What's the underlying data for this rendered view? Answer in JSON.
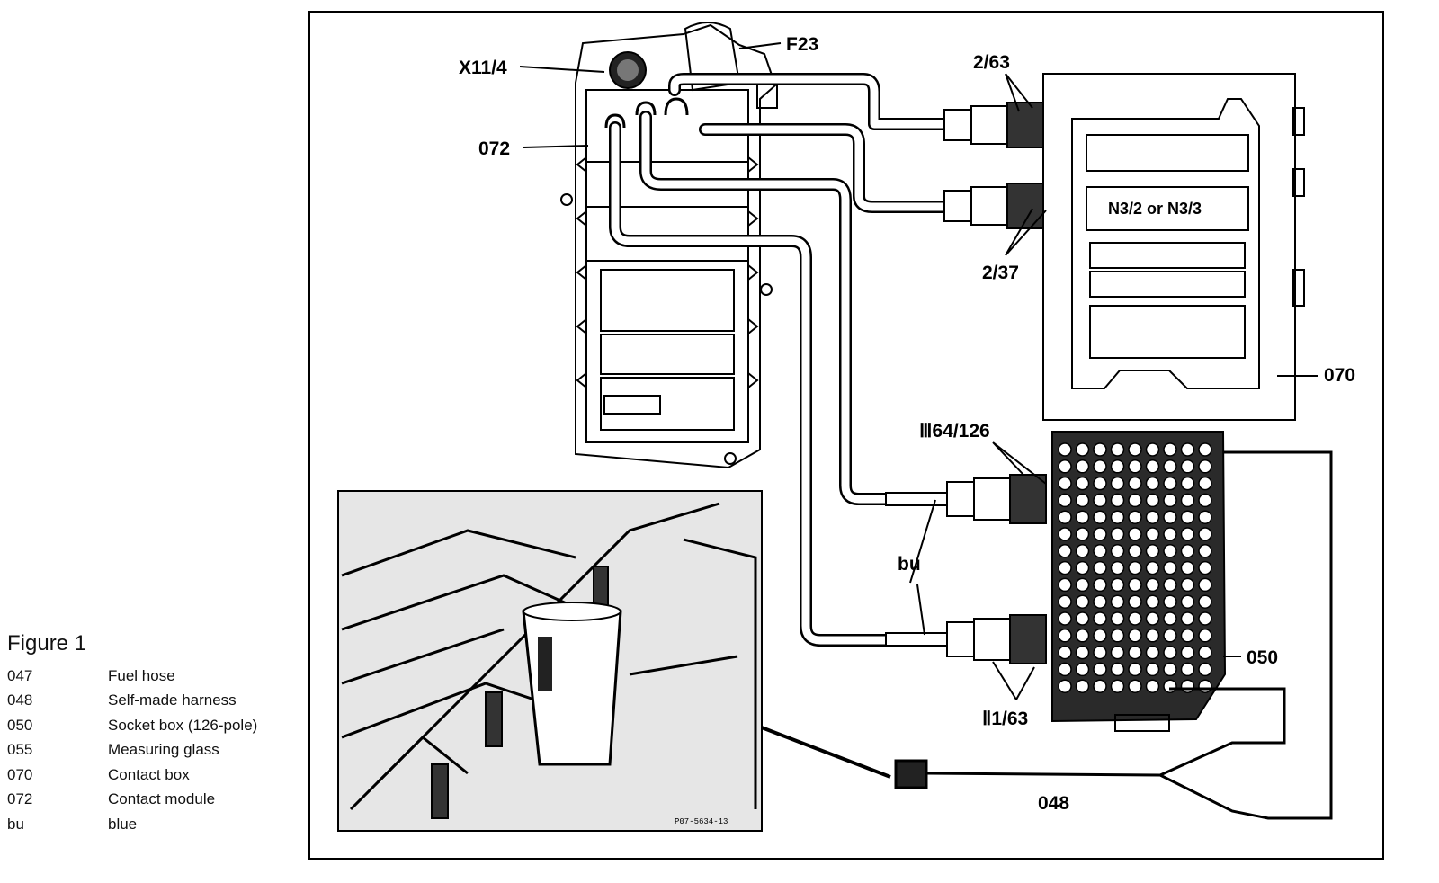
{
  "legend": {
    "title": "Figure 1",
    "items": [
      {
        "code": "047",
        "desc": "Fuel hose"
      },
      {
        "code": "048",
        "desc": "Self-made harness"
      },
      {
        "code": "050",
        "desc": "Socket box (126-pole)"
      },
      {
        "code": "055",
        "desc": "Measuring glass"
      },
      {
        "code": "070",
        "desc": "Contact box"
      },
      {
        "code": "072",
        "desc": "Contact module"
      },
      {
        "code": "bu",
        "desc": "blue"
      }
    ]
  },
  "diagram": {
    "labels": {
      "x11_4": "X11/4",
      "f23": "F23",
      "c072": "072",
      "c2_63": "2/63",
      "c2_37": "2/37",
      "n3": "N3/2 or N3/3",
      "c070": "070",
      "c3_64_126": "Ⅲ64/126",
      "bu": "bu",
      "c050": "050",
      "c2_1_63": "Ⅱ1/63",
      "c048": "048",
      "photo_code": "P07-5634-13"
    }
  }
}
